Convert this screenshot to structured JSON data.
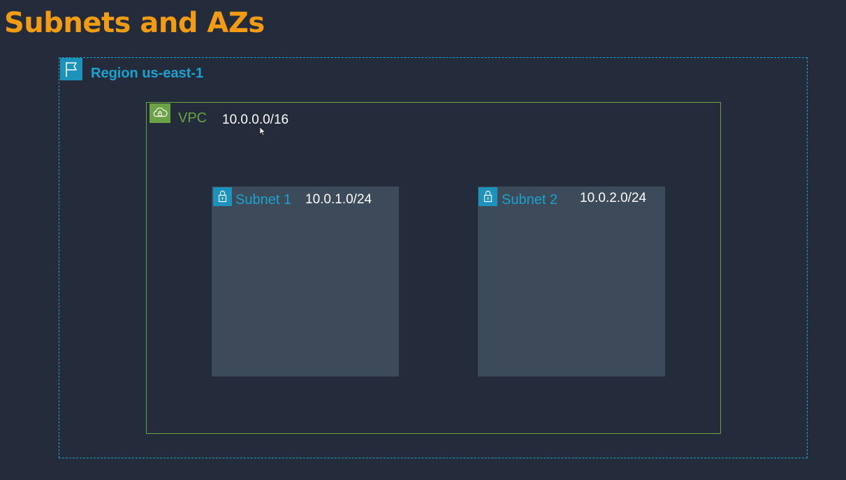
{
  "title": "Subnets and AZs",
  "region": {
    "label": "Region us-east-1",
    "icon": "flag-icon",
    "color": "#1aa3cf"
  },
  "vpc": {
    "label": "VPC",
    "cidr": "10.0.0.0/16",
    "icon": "cloud-lock-icon",
    "color": "#6aa244"
  },
  "subnets": [
    {
      "label": "Subnet 1",
      "cidr": "10.0.1.0/24",
      "icon": "padlock-icon"
    },
    {
      "label": "Subnet 2",
      "cidr": "10.0.2.0/24",
      "icon": "padlock-icon"
    }
  ],
  "colors": {
    "background": "#242c3c",
    "title": "#f39c12",
    "subnet_fill": "#3d4a59"
  }
}
